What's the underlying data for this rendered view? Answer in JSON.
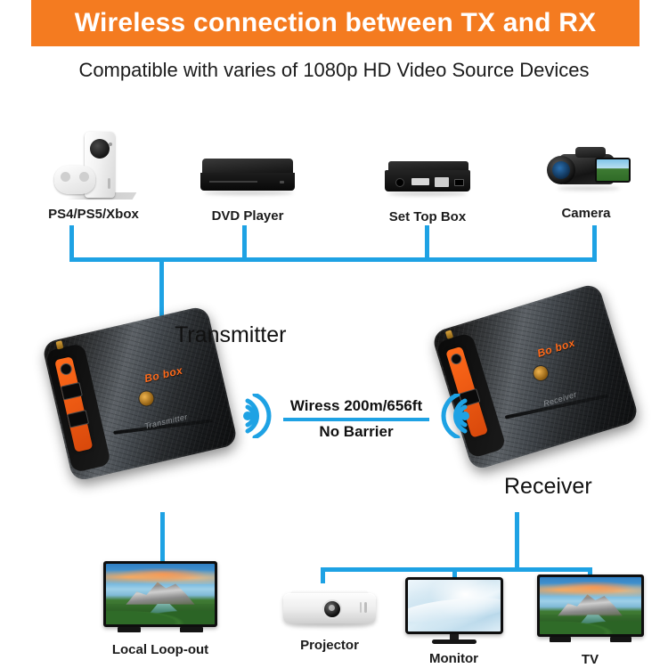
{
  "header": {
    "banner_title": "Wireless connection between TX and RX",
    "subtitle": "Compatible with varies of 1080p HD Video Source Devices",
    "banner_color": "#f47b20",
    "banner_text_color": "#ffffff"
  },
  "theme": {
    "wire_blue": "#1ea2e4",
    "accent_orange": "#ff6a1a",
    "text_dark": "#1b1b1b"
  },
  "source_devices": [
    {
      "label": "PS4/PS5/Xbox",
      "icon": "game-console-icon"
    },
    {
      "label": "DVD Player",
      "icon": "dvd-player-icon"
    },
    {
      "label": "Set Top Box",
      "icon": "set-top-box-icon"
    },
    {
      "label": "Camera",
      "icon": "camcorder-icon"
    }
  ],
  "units": {
    "transmitter": {
      "label": "Transmitter",
      "brand": "Bo box",
      "sub_text": "Transmitter"
    },
    "receiver": {
      "label": "Receiver",
      "brand": "Bo box",
      "sub_text": "Receiver"
    }
  },
  "wireless": {
    "line1": "Wiress 200m/656ft",
    "line2": "No Barrier",
    "icon_left": "wifi-signal-right-icon",
    "icon_right": "wifi-signal-left-icon"
  },
  "output_devices": [
    {
      "label": "Local Loop-out",
      "icon": "tv-icon"
    },
    {
      "label": "Projector",
      "icon": "projector-icon"
    },
    {
      "label": "Monitor",
      "icon": "monitor-icon"
    },
    {
      "label": "TV",
      "icon": "tv-icon"
    }
  ]
}
